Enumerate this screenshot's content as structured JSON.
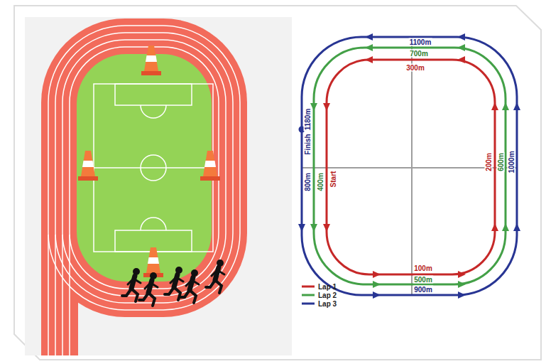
{
  "diagram": {
    "labels": [
      "1100m",
      "700m",
      "300m",
      "1180m",
      "Finish",
      "800m",
      "400m",
      "Start",
      "200m",
      "600m",
      "1000m",
      "100m",
      "500m",
      "900m"
    ],
    "legend": [
      {
        "text": "Lap 1"
      },
      {
        "text": "Lap 2"
      },
      {
        "text": "Lap 3"
      }
    ]
  }
}
